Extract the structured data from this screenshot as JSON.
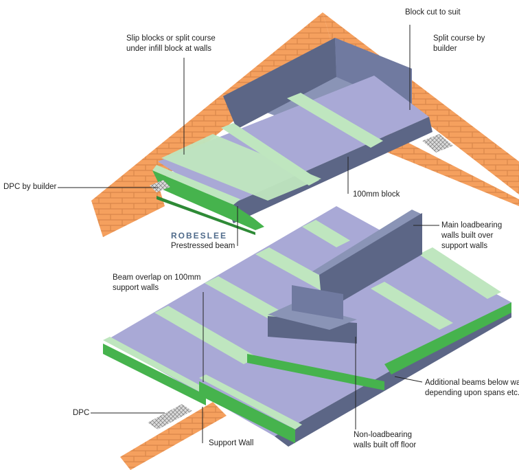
{
  "diagram": {
    "brand": "ROBESLEE",
    "labels": {
      "block_cut": "Block cut to suit",
      "slip_blocks_1": "Slip blocks or split course",
      "slip_blocks_2": "under infill block at walls",
      "split_course_1": "Split course by",
      "split_course_2": "builder",
      "dpc_builder": "DPC by builder",
      "block_100mm": "100mm block",
      "prestressed_beam": "Prestressed beam",
      "main_loadbearing_1": "Main loadbearing",
      "main_loadbearing_2": "walls built over",
      "main_loadbearing_3": "support walls",
      "beam_overlap_1": "Beam overlap on 100mm",
      "beam_overlap_2": "support walls",
      "additional_beams_1": "Additional beams below walls",
      "additional_beams_2": "depending upon spans etc.",
      "dpc": "DPC",
      "non_loadbearing_1": "Non-loadbearing",
      "non_loadbearing_2": "walls built off floor",
      "support_wall": "Support Wall"
    },
    "colors": {
      "brick": "#f5a05e",
      "brick_dark": "#e07a30",
      "block_top": "#a9a9d6",
      "block_side": "#5c6686",
      "beam_top": "#bfe6bf",
      "beam_side": "#46b34d",
      "dpc": "#cfcfcf"
    }
  }
}
